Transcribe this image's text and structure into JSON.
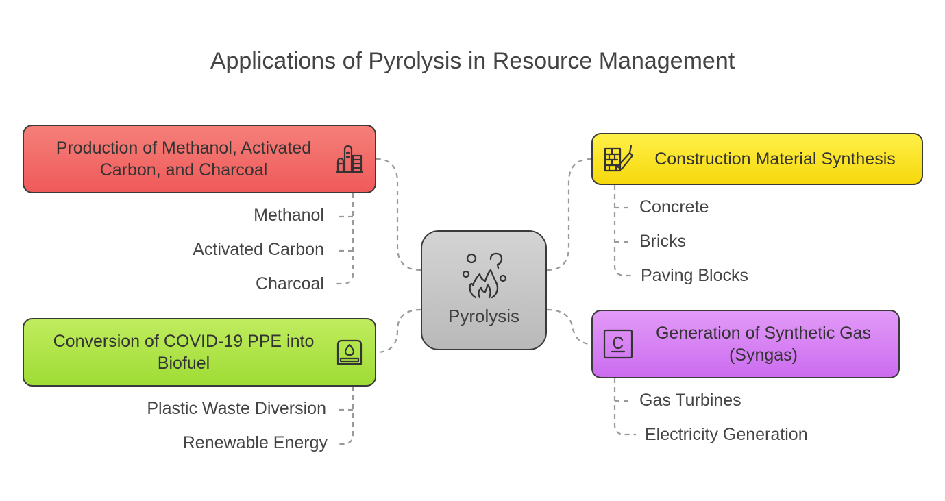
{
  "title": "Applications of Pyrolysis in Resource Management",
  "center": {
    "label": "Pyrolysis",
    "icon": "fire-bubbles-icon"
  },
  "branches": {
    "methanol": {
      "label": "Production of Methanol, Activated Carbon, and Charcoal",
      "icon": "factory-icon",
      "color": "#ef6363",
      "items": [
        "Methanol",
        "Activated Carbon",
        "Charcoal"
      ]
    },
    "biofuel": {
      "label": "Conversion of COVID-19 PPE into Biofuel",
      "icon": "fuel-tank-icon",
      "color": "#b2e446",
      "items": [
        "Plastic Waste Diversion",
        "Renewable Energy"
      ]
    },
    "construction": {
      "label": "Construction Material Synthesis",
      "icon": "brick-wall-trowel-icon",
      "color": "#fbe52a",
      "items": [
        "Concrete",
        "Bricks",
        "Paving Blocks"
      ]
    },
    "syngas": {
      "label": "Generation of Synthetic Gas (Syngas)",
      "icon": "carbon-element-icon",
      "color": "#d67ff3",
      "items": [
        "Gas Turbines",
        "Electricity Generation"
      ]
    }
  }
}
